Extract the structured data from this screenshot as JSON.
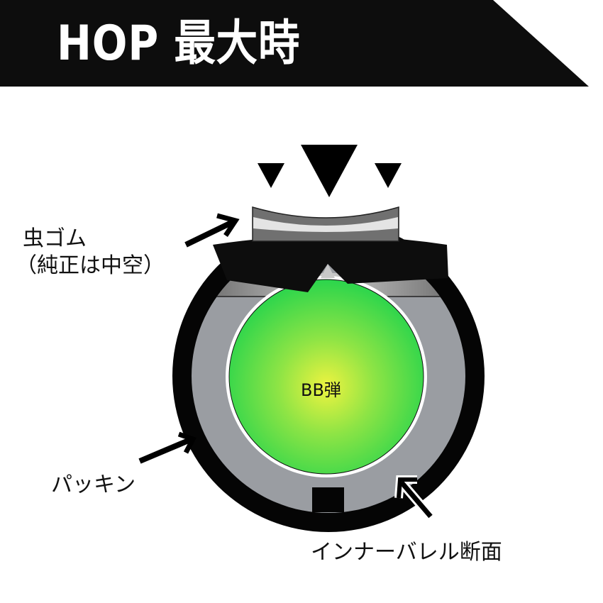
{
  "header": {
    "title": "HOP 最大時",
    "background_color": "#0d0d0d"
  },
  "diagram": {
    "labels": {
      "hop_rubber_line1": "虫ゴム",
      "hop_rubber_line2": "（純正は中空）",
      "packing": "パッキン",
      "bb": "BB弾",
      "inner_barrel": "インナーバレル断面"
    },
    "icons": {
      "pressure_arrows": "down-triangle-icons",
      "pointer_arrows": "arrow-icons"
    },
    "colors": {
      "outer_ring": "#050505",
      "packing_gray": "#9a9da2",
      "bb_green": "#2fd64b",
      "bb_center": "#e8f240",
      "rubber_dark": "#6b6b6b",
      "rubber_light": "#e6e6e6"
    }
  }
}
